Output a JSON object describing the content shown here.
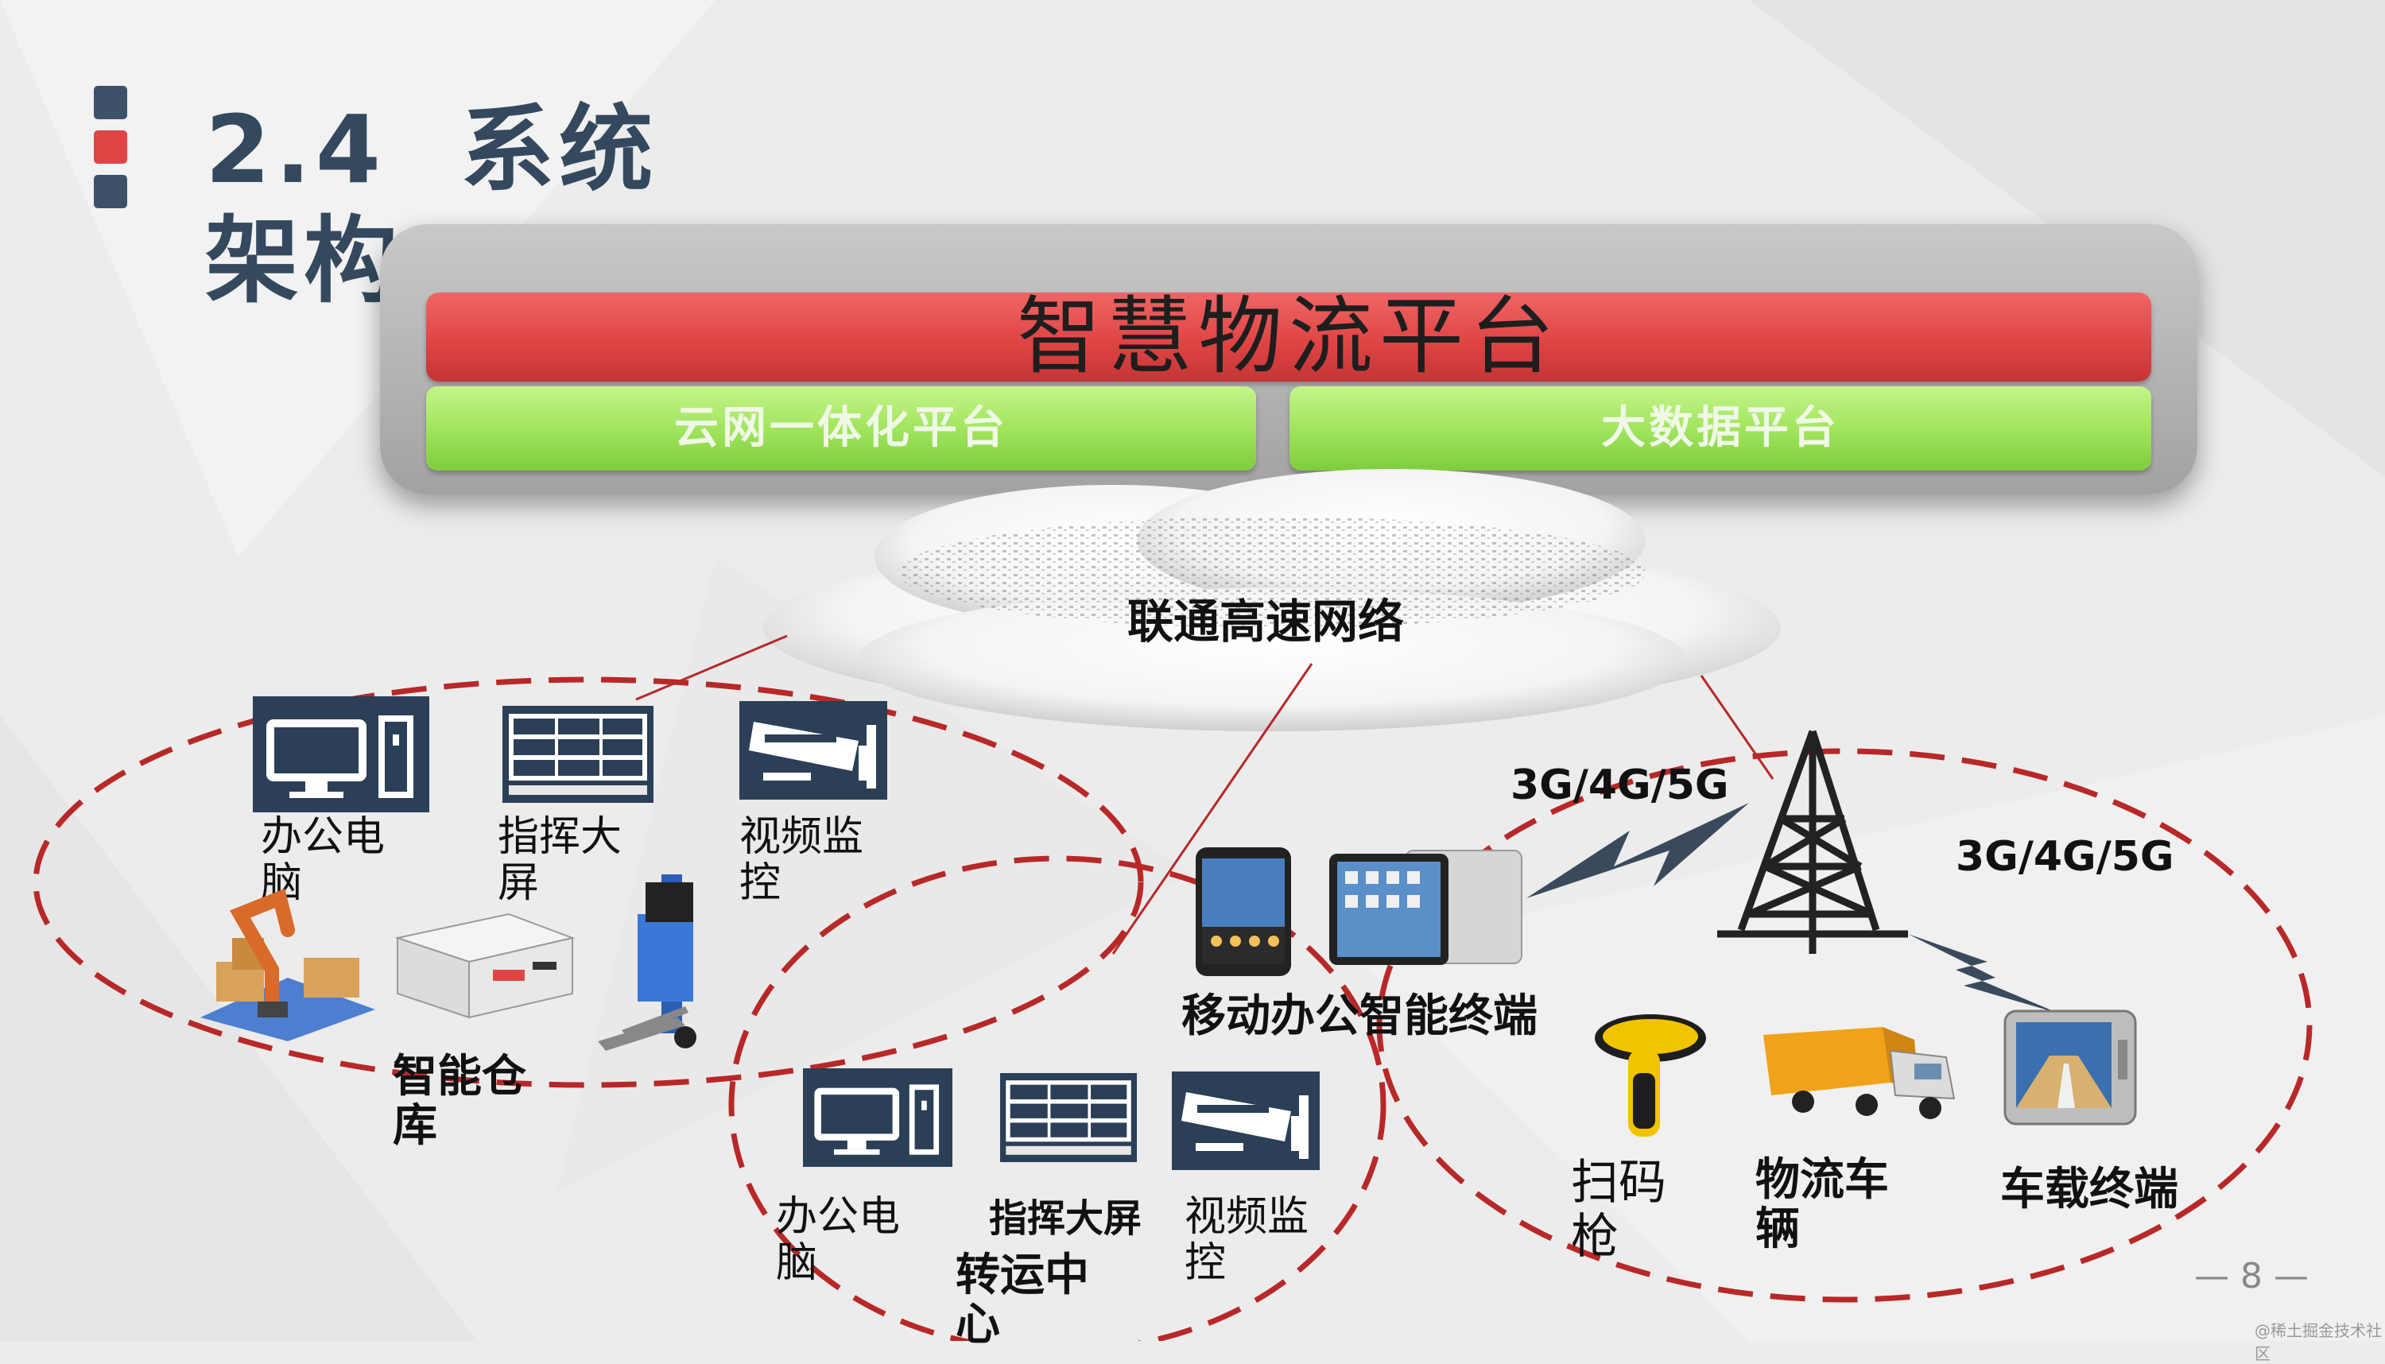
{
  "slide": {
    "section_number": "2.4",
    "section_title": "系统架构",
    "page": "8",
    "watermark": "@稀土掘金技术社区"
  },
  "platform": {
    "main": "智慧物流平台",
    "left": "云网一体化平台",
    "right": "大数据平台"
  },
  "network": {
    "label": "联通高速网络"
  },
  "signals": {
    "left": "3G/4G/5G",
    "right": "3G/4G/5G"
  },
  "warehouse": {
    "label": "智能仓库",
    "devices": [
      "办公电脑",
      "指挥大屏",
      "视频监控"
    ]
  },
  "transfer": {
    "label": "转运中心",
    "devices": [
      "办公电脑",
      "指挥大屏",
      "视频监控"
    ]
  },
  "mobile": {
    "label": "移动办公智能终端",
    "devices": [
      "扫码枪",
      "物流车辆",
      "车载终端"
    ]
  },
  "colors": {
    "title": "#34495e",
    "accent_red": "#e04545",
    "accent_green": "#9ee35a",
    "dashed_ring": "#b82828",
    "icon_navy": "#2b3f57"
  }
}
